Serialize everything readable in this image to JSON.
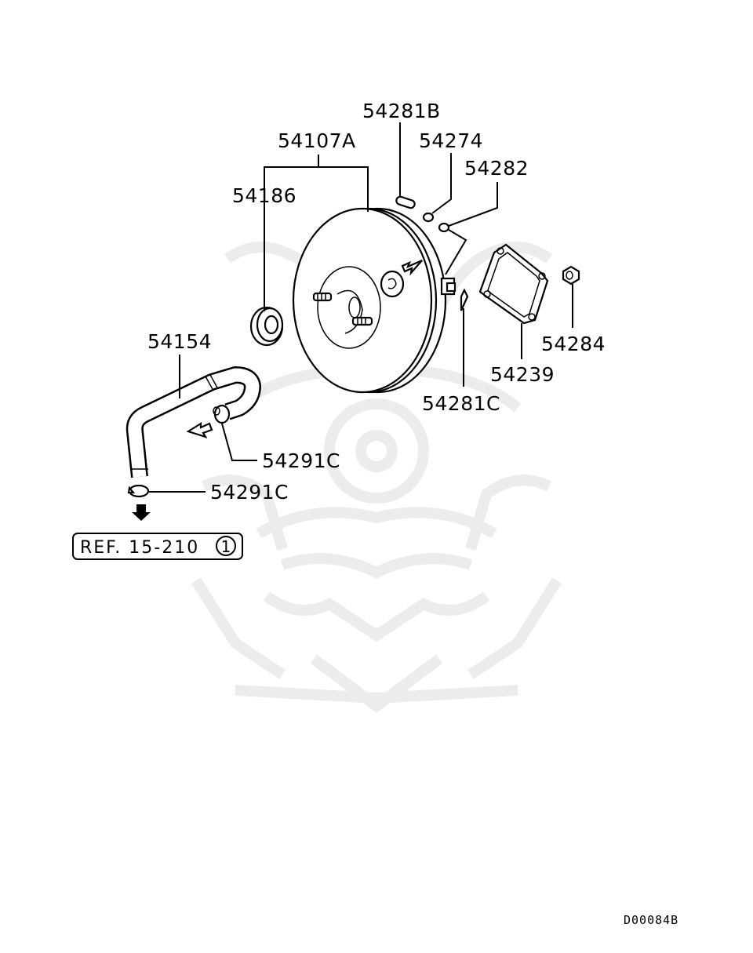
{
  "parts": [
    {
      "id": "54281B",
      "label": "54281B"
    },
    {
      "id": "54107A",
      "label": "54107A"
    },
    {
      "id": "54274",
      "label": "54274"
    },
    {
      "id": "54282",
      "label": "54282"
    },
    {
      "id": "54186",
      "label": "54186"
    },
    {
      "id": "54154",
      "label": "54154"
    },
    {
      "id": "54284",
      "label": "54284"
    },
    {
      "id": "54239",
      "label": "54239"
    },
    {
      "id": "54281C",
      "label": "54281C"
    },
    {
      "id": "54291C_a",
      "label": "54291C"
    },
    {
      "id": "54291C_b",
      "label": "54291C"
    }
  ],
  "reference": {
    "text": "REF. 15-210",
    "circle_number": "1"
  },
  "drawing_code": "D00084B",
  "watermark": "samurai-helmet-logo"
}
